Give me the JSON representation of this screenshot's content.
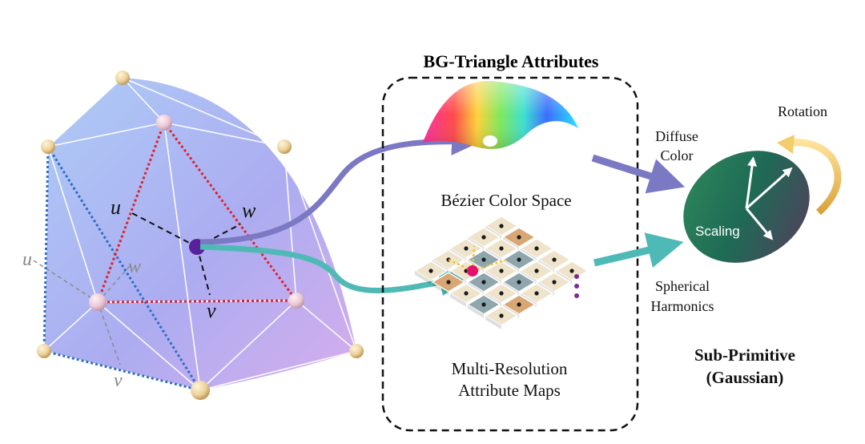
{
  "panel": {
    "title": "BG-Triangle  Attributes",
    "bezier_label": "Bézier Color Space",
    "maps_label_line1": "Multi-Resolution",
    "maps_label_line2": "Attribute Maps"
  },
  "mesh": {
    "bary_u": "u",
    "bary_w": "w",
    "bary_v": "v",
    "grey_u": "u",
    "grey_w": "w",
    "grey_v": "v"
  },
  "links": {
    "diffuse_line1": "Diffuse",
    "diffuse_line2": "Color",
    "sh_line1": "Spherical",
    "sh_line2": "Harmonics"
  },
  "gaussian": {
    "rotation": "Rotation",
    "scaling": "Scaling",
    "title_line1": "Sub-Primitive",
    "title_line2": "(Gaussian)"
  },
  "colors": {
    "purple_arrow": "#7b78c4",
    "teal_arrow": "#4fb9b6",
    "red_edge": "#e0202a",
    "blue_edge": "#2d6fc2",
    "vertex_gold": "#ecd29a",
    "vertex_pink": "#ebc8d6",
    "center_point": "#5a1f9b"
  }
}
